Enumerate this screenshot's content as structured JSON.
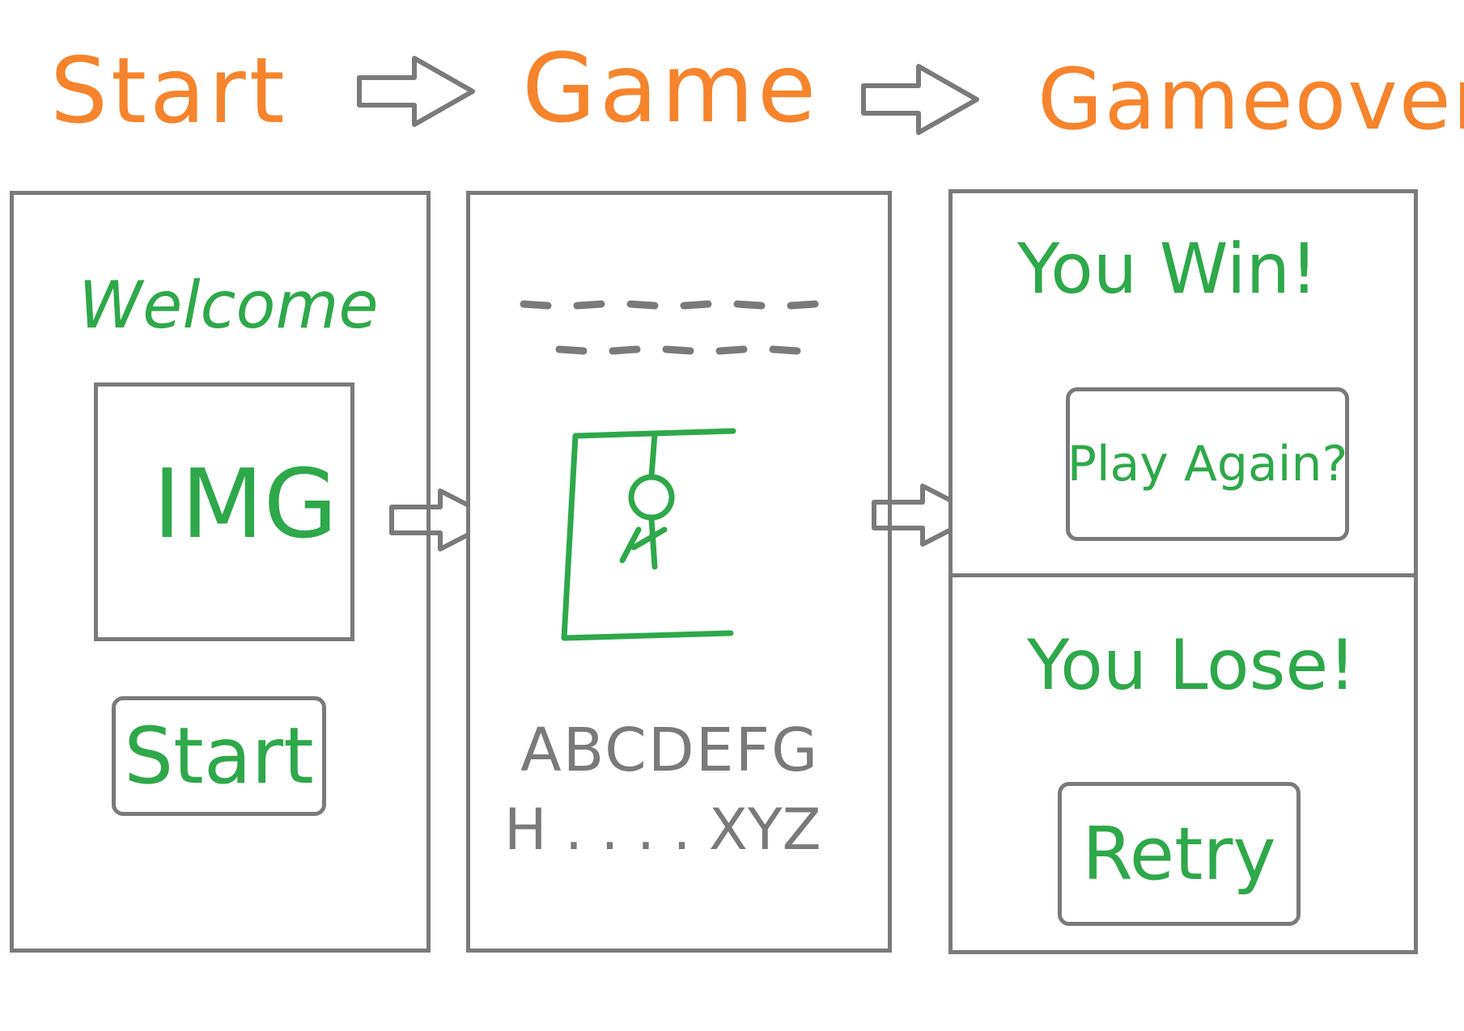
{
  "colors": {
    "title": "#f5842c",
    "ui_text": "#2ea84a",
    "gray": "#7a7a7a",
    "background": "#ffffff"
  },
  "titles": {
    "start": "Start",
    "game": "Game",
    "gameover": "Gameover"
  },
  "start_screen": {
    "welcome": "Welcome",
    "image_placeholder": "IMG",
    "start_button": "Start"
  },
  "game_screen": {
    "alphabet_row_1": "ABCDEFG",
    "alphabet_row_2": "H . . . . XYZ",
    "word_blanks_row_1": 6,
    "word_blanks_row_2": 5
  },
  "gameover_screen": {
    "win_message": "You Win!",
    "play_again_button": "Play Again?",
    "lose_message": "You Lose!",
    "retry_button": "Retry"
  },
  "icons": {
    "flow_arrow": "right-arrow-icon",
    "hangman": "hangman-icon"
  }
}
